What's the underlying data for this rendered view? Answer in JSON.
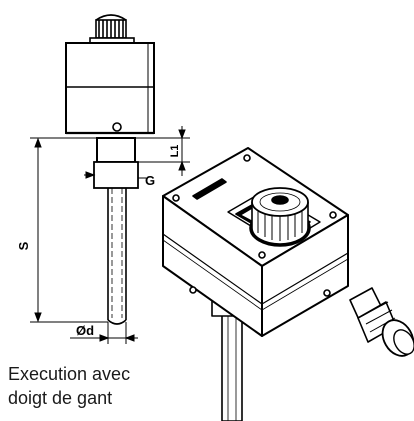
{
  "dimensions": {
    "s_label": "S",
    "l1_label": "L1",
    "g_label": "G",
    "d_label": "Ød"
  },
  "caption": {
    "line1": "Execution avec",
    "line2": "doigt de gant"
  },
  "colors": {
    "line": "#000000",
    "body_fill": "#ffffff",
    "text": "#1a1a1a"
  }
}
